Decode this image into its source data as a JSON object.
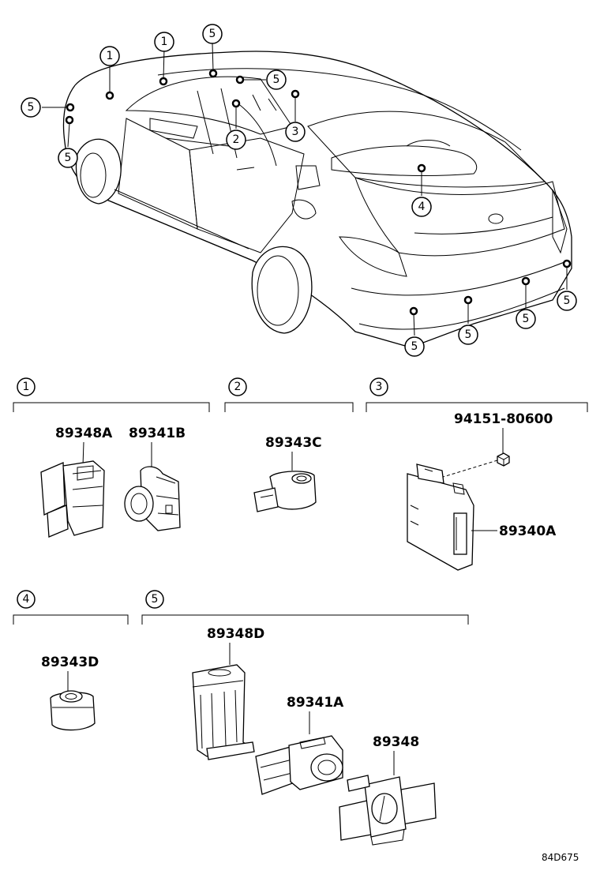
{
  "callouts": {
    "c1": "1",
    "c2": "2",
    "c3": "3",
    "c4": "4",
    "c5": "5"
  },
  "sections": {
    "s1": {
      "label": "1"
    },
    "s2": {
      "label": "2"
    },
    "s3": {
      "label": "3"
    },
    "s4": {
      "label": "4"
    },
    "s5": {
      "label": "5"
    }
  },
  "parts": {
    "p89348A": "89348A",
    "p89341B": "89341B",
    "p89343C": "89343C",
    "p94151": "94151-80600",
    "p89340A": "89340A",
    "p89343D": "89343D",
    "p89348D": "89348D",
    "p89341A": "89341A",
    "p89348": "89348"
  },
  "diagram_code": "84D675",
  "colors": {
    "line": "#000000",
    "background": "#ffffff"
  }
}
